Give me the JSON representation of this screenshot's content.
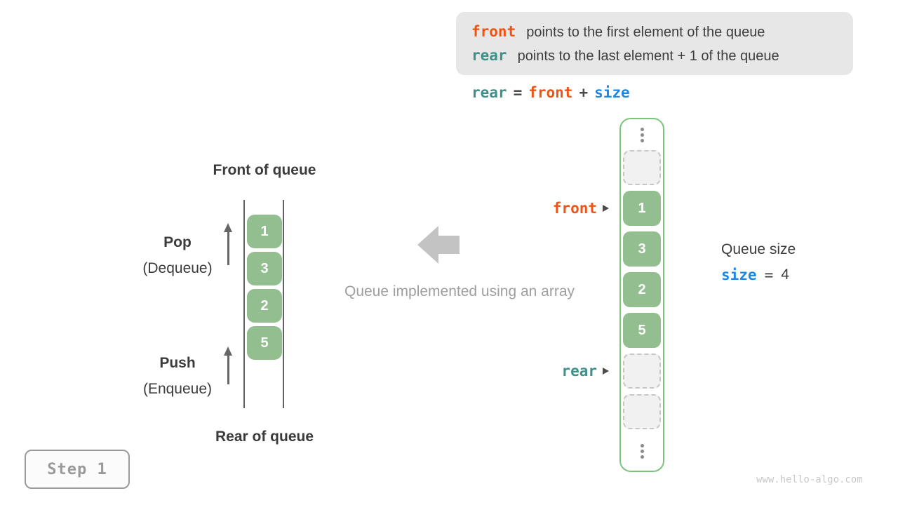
{
  "colors": {
    "front_accent": "#ee5417",
    "rear_accent": "#3f9089",
    "size_accent": "#1e88e5",
    "cell_green": "#92be90",
    "container_border": "#7cc47c"
  },
  "info_box": {
    "line1_code": "front",
    "line1_text": "points to the first element of the queue",
    "line2_code": "rear",
    "line2_text": "points to the last element + 1 of the queue"
  },
  "formula": {
    "rear": "rear",
    "eq": "=",
    "front": "front",
    "plus": "+",
    "size": "size"
  },
  "left_queue": {
    "front_label": "Front of queue",
    "rear_label": "Rear of queue",
    "pop_label": "Pop",
    "pop_sublabel": "(Dequeue)",
    "push_label": "Push",
    "push_sublabel": "(Enqueue)",
    "values": [
      "1",
      "3",
      "2",
      "5"
    ]
  },
  "middle": {
    "caption": "Queue implemented using an array"
  },
  "array": {
    "cells": [
      {
        "type": "empty",
        "value": ""
      },
      {
        "type": "value",
        "value": "1"
      },
      {
        "type": "value",
        "value": "3"
      },
      {
        "type": "value",
        "value": "2"
      },
      {
        "type": "value",
        "value": "5"
      },
      {
        "type": "empty",
        "value": ""
      },
      {
        "type": "empty",
        "value": ""
      }
    ],
    "front_pointer": "front",
    "rear_pointer": "rear"
  },
  "queue_size": {
    "title": "Queue size",
    "var": "size",
    "eq": "=",
    "value": "4"
  },
  "step": {
    "label": "Step 1"
  },
  "watermark": "www.hello-algo.com"
}
